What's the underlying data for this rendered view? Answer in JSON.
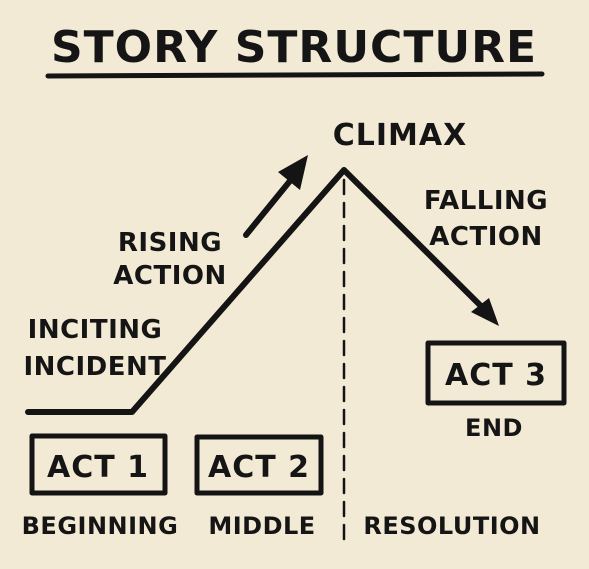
{
  "title": "STORY STRUCTURE",
  "labels": {
    "climax": "CLIMAX",
    "rising_action": [
      "RISING",
      "ACTION"
    ],
    "falling_action": [
      "FALLING",
      "ACTION"
    ],
    "inciting_incident": [
      "INCITING",
      "INCIDENT"
    ]
  },
  "acts": [
    {
      "label": "ACT 1",
      "caption": "BEGINNING"
    },
    {
      "label": "ACT 2",
      "caption": "MIDDLE"
    },
    {
      "label": "ACT 3",
      "caption": "END"
    }
  ],
  "resolution": "RESOLUTION",
  "colors": {
    "background": "#f3ead6",
    "ink": "#141414"
  }
}
